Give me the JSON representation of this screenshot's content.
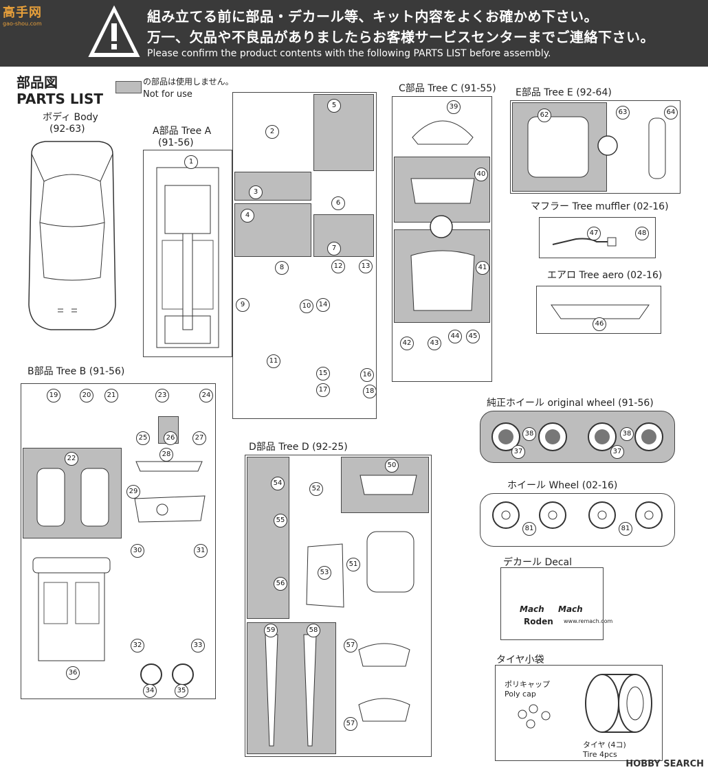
{
  "banner": {
    "line1": "組み立てる前に部品・デカール等、キット内容をよくお確かめ下さい。",
    "line2": "万一、欠品や不良品がありましたらお客様サービスセンターまでご連絡下さい。",
    "line3": "Please confirm the product contents with the following PARTS LIST before assembly."
  },
  "watermark": {
    "cn": "高手网",
    "url": "gao-shou.com"
  },
  "header": {
    "title_jp": "部品図",
    "title_en": "PARTS LIST"
  },
  "legend": {
    "jp": "の部品は使用しません。",
    "en": "Not for use"
  },
  "body": {
    "label": "ボディ Body",
    "code": "(92-63)"
  },
  "trees": {
    "a": {
      "label": "A部品 Tree A",
      "code": "(91-56)"
    },
    "b": {
      "label": "B部品 Tree B  (91-56)"
    },
    "c": {
      "label": "C部品 Tree C  (91-55)"
    },
    "d": {
      "label": "D部品 Tree D  (92-25)"
    },
    "e": {
      "label": "E部品 Tree E  (92-64)"
    },
    "muffler": {
      "label": "マフラー Tree muffler  (02-16)"
    },
    "aero": {
      "label": "エアロ Tree aero  (02-16)"
    },
    "owheel": {
      "label": "純正ホイール original wheel  (91-56)"
    },
    "wheel": {
      "label": "ホイール Wheel  (02-16)"
    },
    "decal": {
      "label": "デカール Decal"
    },
    "tirebag": {
      "label": "タイヤ小袋"
    }
  },
  "parts": {
    "p1": "1",
    "p2": "2",
    "p3": "3",
    "p4": "4",
    "p5": "5",
    "p6": "6",
    "p7": "7",
    "p8": "8",
    "p9": "9",
    "p10": "10",
    "p11": "11",
    "p12": "12",
    "p13": "13",
    "p14": "14",
    "p15": "15",
    "p16": "16",
    "p17": "17",
    "p18": "18",
    "p19": "19",
    "p20": "20",
    "p21": "21",
    "p22": "22",
    "p23": "23",
    "p24": "24",
    "p25": "25",
    "p26": "26",
    "p27": "27",
    "p28": "28",
    "p29": "29",
    "p30": "30",
    "p31": "31",
    "p32": "32",
    "p33": "33",
    "p34": "34",
    "p35": "35",
    "p36": "36",
    "p37": "37",
    "p38": "38",
    "p39": "39",
    "p40": "40",
    "p41": "41",
    "p42": "42",
    "p43": "43",
    "p44": "44",
    "p45": "45",
    "p46": "46",
    "p47": "47",
    "p48": "48",
    "p50": "50",
    "p51": "51",
    "p52": "52",
    "p53": "53",
    "p54": "54",
    "p55": "55",
    "p56": "56",
    "p57": "57",
    "p58": "58",
    "p59": "59",
    "p62": "62",
    "p63": "63",
    "p64": "64",
    "p81": "81"
  },
  "decal": {
    "brand1": "Mach",
    "brand2": "Mach",
    "brand3": "Roden",
    "url": "www.remach.com"
  },
  "tirebag": {
    "polycap_jp": "ポリキャップ",
    "polycap_en": "Poly cap",
    "tire_jp": "タイヤ (4コ)",
    "tire_en": "Tire 4pcs"
  },
  "footer": {
    "brand": "HOBBY SEARCH"
  }
}
